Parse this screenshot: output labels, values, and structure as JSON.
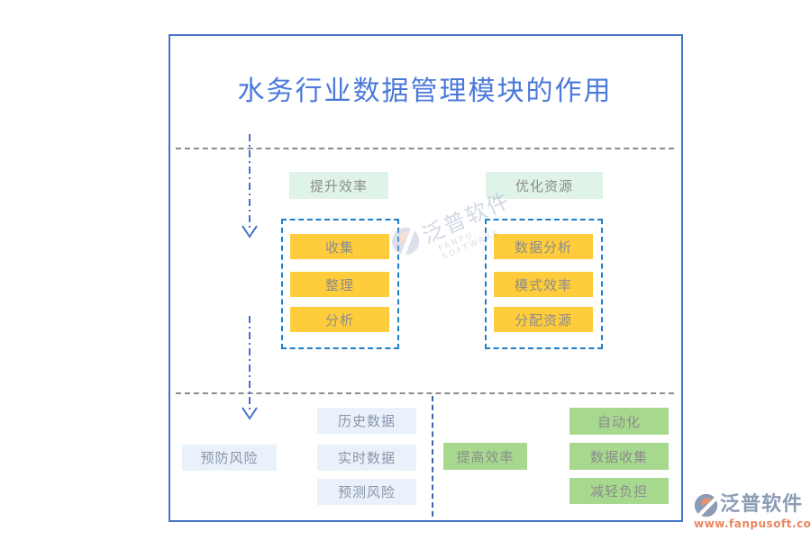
{
  "title": "水务行业数据管理模块的作用",
  "sections": {
    "top_left": {
      "label": "提升效率",
      "items": [
        "收集",
        "整理",
        "分析"
      ]
    },
    "top_right": {
      "label": "优化资源",
      "items": [
        "数据分析",
        "模式效率",
        "分配资源"
      ]
    },
    "bottom_left": {
      "label": "预防风险",
      "items": [
        "历史数据",
        "实时数据",
        "预测风险"
      ]
    },
    "bottom_right": {
      "label": "提高效率",
      "items": [
        "自动化",
        "数据收集",
        "减轻负担"
      ]
    }
  },
  "watermark": {
    "brand": "泛普软件",
    "brand_en": "FANPU SOFTWARE"
  },
  "footer_logo": {
    "brand": "泛普软件",
    "url": "www.fanpusoft.com"
  },
  "colors": {
    "frame_border": "#4472C4",
    "title_text": "#4B79DA",
    "divider_gray": "#8C8C8C",
    "arrow_blue": "#4472C4",
    "dashed_box_border": "#1E7FC9",
    "yellow_box": "#FFCD3C",
    "mint_box": "#DFF3E8",
    "light_blue_box": "#E9F1FB",
    "green_box": "#A6D98E",
    "box_text_gray": "#8C8C8C",
    "logo_text": "#8C9CB5",
    "logo_url": "#E8875F"
  }
}
